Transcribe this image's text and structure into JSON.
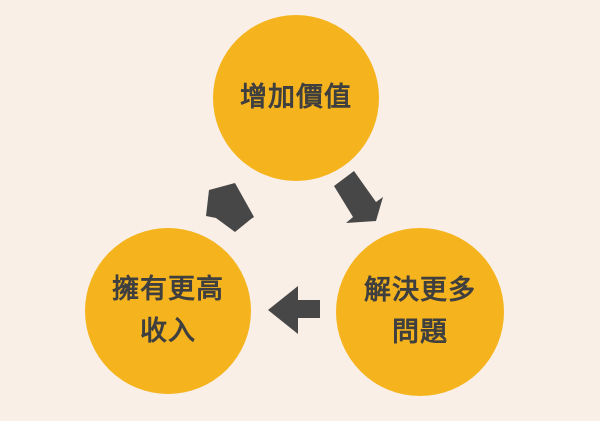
{
  "diagram": {
    "nodes": {
      "top": {
        "lines": [
          "增加價值"
        ]
      },
      "right": {
        "lines": [
          "解決更多",
          "問題"
        ]
      },
      "left": {
        "lines": [
          "擁有更高",
          "收入"
        ]
      }
    },
    "colors": {
      "background": "#f9efe7",
      "node_fill": "#f5b41d",
      "text": "#3f3f3f",
      "arrow": "#474747"
    },
    "edges": [
      {
        "from": "top",
        "to": "right"
      },
      {
        "from": "right",
        "to": "left"
      },
      {
        "from": "left",
        "to": "top"
      }
    ]
  }
}
